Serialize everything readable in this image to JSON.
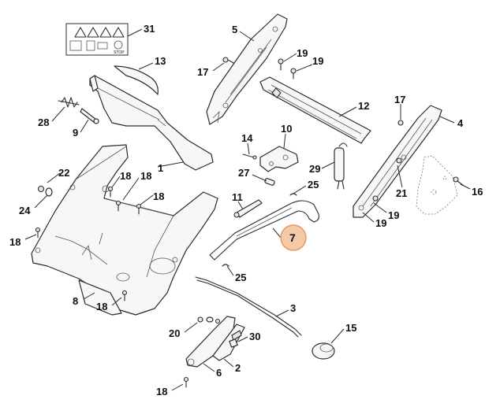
{
  "diagram": {
    "stop_text": "STOP",
    "callouts": [
      {
        "id": "31",
        "label": "31"
      },
      {
        "id": "5",
        "label": "5"
      },
      {
        "id": "19a",
        "label": "19"
      },
      {
        "id": "19b",
        "label": "19"
      },
      {
        "id": "17a",
        "label": "17"
      },
      {
        "id": "13",
        "label": "13"
      },
      {
        "id": "12",
        "label": "12"
      },
      {
        "id": "17b",
        "label": "17"
      },
      {
        "id": "4",
        "label": "4"
      },
      {
        "id": "28",
        "label": "28"
      },
      {
        "id": "9",
        "label": "9"
      },
      {
        "id": "10",
        "label": "10"
      },
      {
        "id": "14",
        "label": "14"
      },
      {
        "id": "1",
        "label": "1"
      },
      {
        "id": "29",
        "label": "29"
      },
      {
        "id": "27",
        "label": "27"
      },
      {
        "id": "22",
        "label": "22"
      },
      {
        "id": "18a",
        "label": "18"
      },
      {
        "id": "18b",
        "label": "18"
      },
      {
        "id": "18c",
        "label": "18"
      },
      {
        "id": "25a",
        "label": "25"
      },
      {
        "id": "21",
        "label": "21"
      },
      {
        "id": "16",
        "label": "16"
      },
      {
        "id": "24",
        "label": "24"
      },
      {
        "id": "11",
        "label": "11"
      },
      {
        "id": "19c",
        "label": "19"
      },
      {
        "id": "19d",
        "label": "19"
      },
      {
        "id": "18d",
        "label": "18"
      },
      {
        "id": "7",
        "label": "7"
      },
      {
        "id": "25b",
        "label": "25"
      },
      {
        "id": "8",
        "label": "8"
      },
      {
        "id": "18e",
        "label": "18"
      },
      {
        "id": "3",
        "label": "3"
      },
      {
        "id": "20",
        "label": "20"
      },
      {
        "id": "30",
        "label": "30"
      },
      {
        "id": "15",
        "label": "15"
      },
      {
        "id": "6",
        "label": "6"
      },
      {
        "id": "2",
        "label": "2"
      },
      {
        "id": "18f",
        "label": "18"
      }
    ],
    "highlight": "7"
  }
}
